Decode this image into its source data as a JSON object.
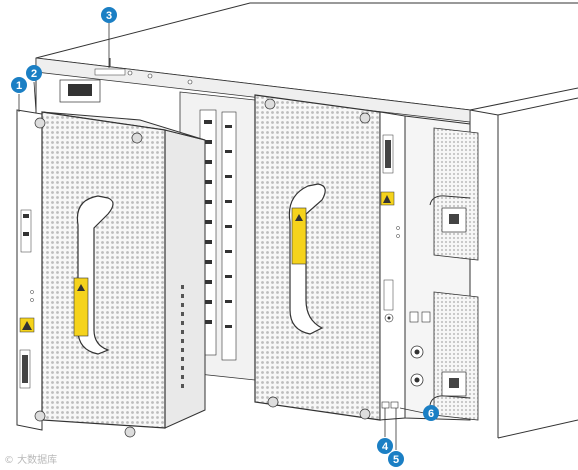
{
  "callouts": [
    {
      "id": "1",
      "label": "1"
    },
    {
      "id": "2",
      "label": "2"
    },
    {
      "id": "3",
      "label": "3"
    },
    {
      "id": "4",
      "label": "4"
    },
    {
      "id": "5",
      "label": "5"
    },
    {
      "id": "6",
      "label": "6"
    }
  ],
  "colors": {
    "callout": "#1b7fc4",
    "chassis_line": "#333333",
    "caution": "#f5d31c",
    "perforation": "#e8e8e8"
  },
  "watermark": "© 大数据库",
  "icons": [
    "caution-triangle-icon",
    "fan-handle",
    "screw-icon",
    "power-switch-icon"
  ]
}
